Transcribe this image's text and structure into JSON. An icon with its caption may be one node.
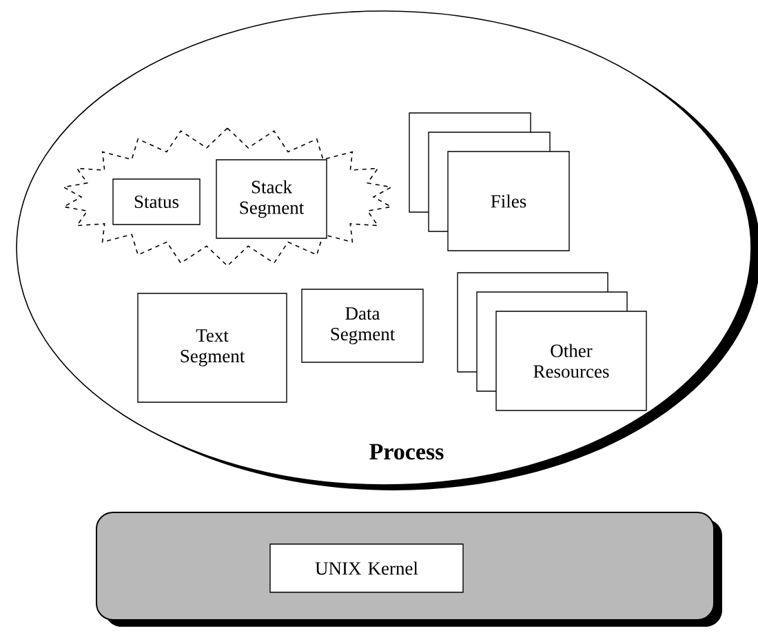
{
  "diagram": {
    "nodes": [
      {
        "text": [
          "Process"
        ]
      },
      {
        "text": [],
        "shape": "starburst",
        "in": 0
      },
      {
        "text": [
          "Status"
        ],
        "in": 1
      },
      {
        "text": [
          "Stack Segment"
        ],
        "in": 1
      },
      {
        "text": [
          "Files"
        ],
        "in": 0
      },
      {
        "text": [
          "Text Segment"
        ],
        "in": 0
      },
      {
        "text": [
          "Data Segment"
        ],
        "in": 0
      },
      {
        "text": [
          "Other Resources"
        ],
        "in": 0
      },
      {
        "text": [],
        "shape": "bar"
      },
      {
        "text": [
          "UNIX Kernel"
        ],
        "in": 8
      }
    ]
  }
}
